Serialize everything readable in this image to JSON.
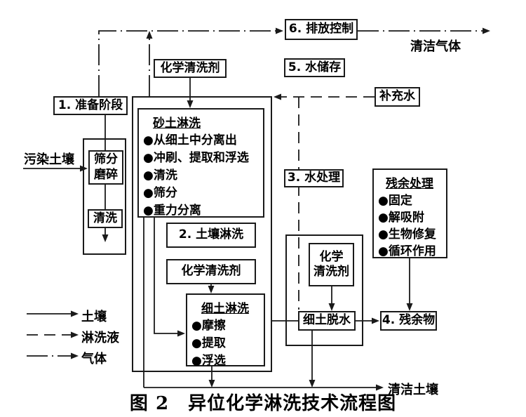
{
  "caption": "图 2　异位化学淋洗技术流程图",
  "boxes": {
    "prep": "1. 准备阶段",
    "sieve_line1": "筛分",
    "sieve_line2": "磨碎",
    "wash": "清洗",
    "chem_agent_top": "化学清洗剂",
    "soil_washing": "2. 土壤淋洗",
    "chem_agent_mid": "化学清洗剂",
    "discharge_control": "6. 排放控制",
    "water_storage": "5. 水储存",
    "water_treatment": "3. 水处理",
    "makeup_water": "补充水",
    "chem_agent_right_line1": "化学",
    "chem_agent_right_line2": "清洗剂",
    "fine_soil_dewater": "细土脱水",
    "residue": "4. 残余物"
  },
  "sand_washing": {
    "title": "砂土淋洗",
    "items": [
      "●从细土中分离出",
      "●冲刷、提取和浮选",
      "●清洗",
      "●筛分",
      "●重力分离"
    ]
  },
  "fine_washing": {
    "title": "细土淋洗",
    "items": [
      "●摩擦",
      "●提取",
      "●浮选"
    ]
  },
  "residual_treatment": {
    "title": "残余处理",
    "items": [
      "●固定",
      "●解吸附",
      "●生物修复",
      "●循环作用"
    ]
  },
  "labels": {
    "contaminated_soil": "污染土壤",
    "clean_gas": "清洁气体",
    "clean_soil": "清洁土壤"
  },
  "legend": [
    {
      "style": "solid",
      "label": "土壤"
    },
    {
      "style": "dashed",
      "label": "淋洗液"
    },
    {
      "style": "dashdot",
      "label": "气体"
    }
  ],
  "colors": {
    "line": "#1a1a1a",
    "background": "#ffffff",
    "text": "#000000"
  }
}
